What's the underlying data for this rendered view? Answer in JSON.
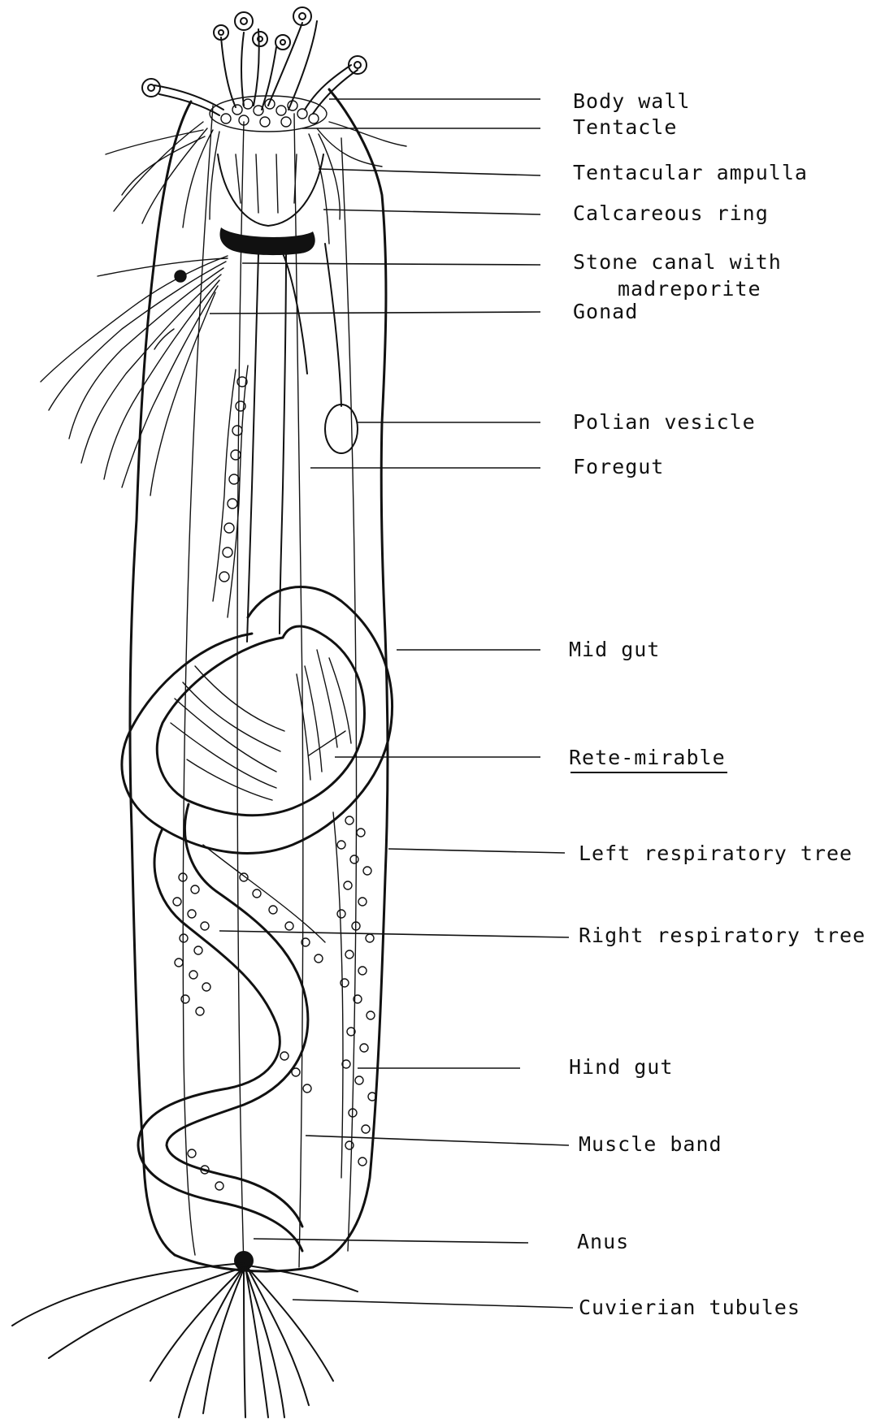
{
  "diagram": {
    "labels": [
      {
        "id": "body-wall",
        "text": "Body wall"
      },
      {
        "id": "tentacle",
        "text": "Tentacle"
      },
      {
        "id": "tentacular-ampulla",
        "text": "Tentacular ampulla"
      },
      {
        "id": "calcareous-ring",
        "text": "Calcareous ring"
      },
      {
        "id": "stone-canal",
        "text": "Stone canal with"
      },
      {
        "id": "stone-canal-2",
        "text": "madreporite"
      },
      {
        "id": "gonad",
        "text": "Gonad"
      },
      {
        "id": "polian-vesicle",
        "text": "Polian vesicle"
      },
      {
        "id": "foregut",
        "text": "Foregut"
      },
      {
        "id": "mid-gut",
        "text": "Mid gut"
      },
      {
        "id": "rete-mirable",
        "text": "Rete-mirable"
      },
      {
        "id": "left-respiratory-tree",
        "text": "Left respiratory tree"
      },
      {
        "id": "right-respiratory-tree",
        "text": "Right respiratory tree"
      },
      {
        "id": "hind-gut",
        "text": "Hind gut"
      },
      {
        "id": "muscle-band",
        "text": "Muscle band"
      },
      {
        "id": "anus",
        "text": "Anus"
      },
      {
        "id": "cuvierian-tubules",
        "text": "Cuvierian tubules"
      }
    ]
  }
}
